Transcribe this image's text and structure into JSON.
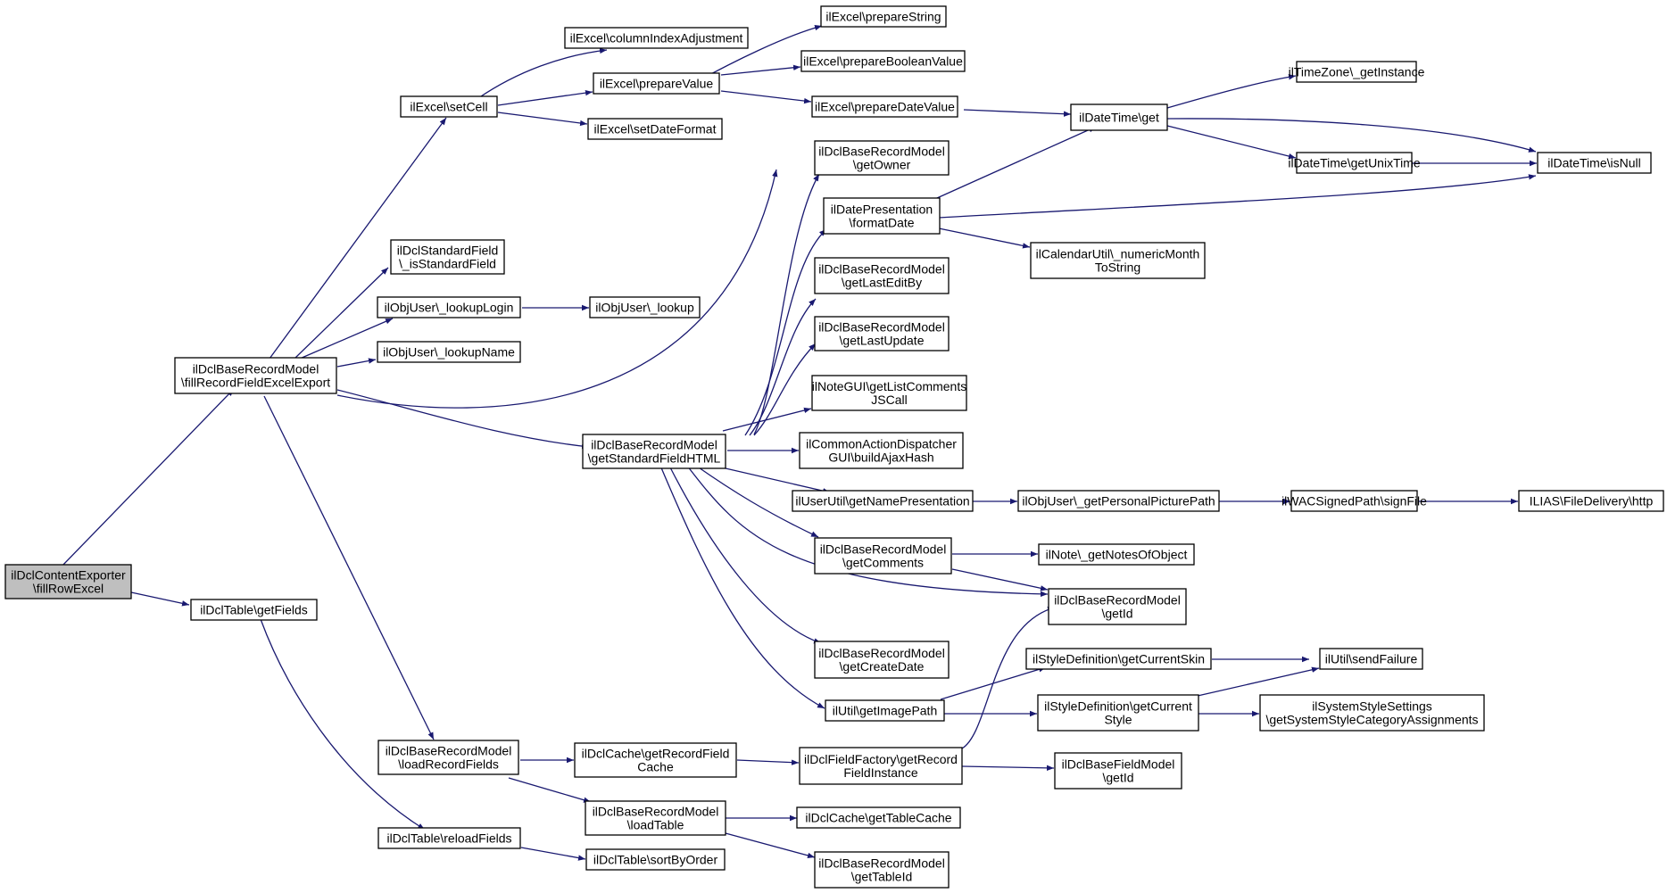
{
  "graph": {
    "edge_color": "#191970",
    "root_fill": "#bfbfbf",
    "nodes": [
      {
        "id": "root",
        "lines": [
          "ilDclContentExporter",
          "\\fillRowExcel"
        ],
        "root": true
      },
      {
        "id": "fillRecord",
        "lines": [
          "ilDclBaseRecordModel",
          "\\fillRecordFieldExcelExport"
        ]
      },
      {
        "id": "getFields",
        "lines": [
          "ilDclTable\\getFields"
        ]
      },
      {
        "id": "setCell",
        "lines": [
          "ilExcel\\setCell"
        ]
      },
      {
        "id": "isStd",
        "lines": [
          "ilDclStandardField",
          "\\_isStandardField"
        ]
      },
      {
        "id": "lookupLogin",
        "lines": [
          "ilObjUser\\_lookupLogin"
        ]
      },
      {
        "id": "lookupName",
        "lines": [
          "ilObjUser\\_lookupName"
        ]
      },
      {
        "id": "loadRecordFields",
        "lines": [
          "ilDclBaseRecordModel",
          "\\loadRecordFields"
        ]
      },
      {
        "id": "reloadFields",
        "lines": [
          "ilDclTable\\reloadFields"
        ]
      },
      {
        "id": "colIdx",
        "lines": [
          "ilExcel\\columnIndexAdjustment"
        ]
      },
      {
        "id": "prepValue",
        "lines": [
          "ilExcel\\prepareValue"
        ]
      },
      {
        "id": "setDateFmt",
        "lines": [
          "ilExcel\\setDateFormat"
        ]
      },
      {
        "id": "lookup",
        "lines": [
          "ilObjUser\\_lookup"
        ]
      },
      {
        "id": "stdHTML",
        "lines": [
          "ilDclBaseRecordModel",
          "\\getStandardFieldHTML"
        ]
      },
      {
        "id": "getRecCache",
        "lines": [
          "ilDclCache\\getRecordField",
          "Cache"
        ]
      },
      {
        "id": "loadTable",
        "lines": [
          "ilDclBaseRecordModel",
          "\\loadTable"
        ]
      },
      {
        "id": "sortByOrder",
        "lines": [
          "ilDclTable\\sortByOrder"
        ]
      },
      {
        "id": "prepString",
        "lines": [
          "ilExcel\\prepareString"
        ]
      },
      {
        "id": "prepBool",
        "lines": [
          "ilExcel\\prepareBooleanValue"
        ]
      },
      {
        "id": "prepDate",
        "lines": [
          "ilExcel\\prepareDateValue"
        ]
      },
      {
        "id": "getOwner",
        "lines": [
          "ilDclBaseRecordModel",
          "\\getOwner"
        ]
      },
      {
        "id": "formatDate",
        "lines": [
          "ilDatePresentation",
          "\\formatDate"
        ]
      },
      {
        "id": "getLastEditBy",
        "lines": [
          "ilDclBaseRecordModel",
          "\\getLastEditBy"
        ]
      },
      {
        "id": "getLastUpdate",
        "lines": [
          "ilDclBaseRecordModel",
          "\\getLastUpdate"
        ]
      },
      {
        "id": "noteGUI",
        "lines": [
          "ilNoteGUI\\getListComments",
          "JSCall"
        ]
      },
      {
        "id": "commonAction",
        "lines": [
          "ilCommonActionDispatcher",
          "GUI\\buildAjaxHash"
        ]
      },
      {
        "id": "namePres",
        "lines": [
          "ilUserUtil\\getNamePresentation"
        ]
      },
      {
        "id": "getComments",
        "lines": [
          "ilDclBaseRecordModel",
          "\\getComments"
        ]
      },
      {
        "id": "getCreateDate",
        "lines": [
          "ilDclBaseRecordModel",
          "\\getCreateDate"
        ]
      },
      {
        "id": "getImagePath",
        "lines": [
          "ilUtil\\getImagePath"
        ]
      },
      {
        "id": "fieldFactory",
        "lines": [
          "ilDclFieldFactory\\getRecord",
          "FieldInstance"
        ]
      },
      {
        "id": "getTableCache",
        "lines": [
          "ilDclCache\\getTableCache"
        ]
      },
      {
        "id": "getTableId",
        "lines": [
          "ilDclBaseRecordModel",
          "\\getTableId"
        ]
      },
      {
        "id": "dtGet",
        "lines": [
          "ilDateTime\\get"
        ]
      },
      {
        "id": "calUtil",
        "lines": [
          "ilCalendarUtil\\_numericMonth",
          "ToString"
        ]
      },
      {
        "id": "personalPic",
        "lines": [
          "ilObjUser\\_getPersonalPicturePath"
        ]
      },
      {
        "id": "notesOfObj",
        "lines": [
          "ilNote\\_getNotesOfObject"
        ]
      },
      {
        "id": "getId",
        "lines": [
          "ilDclBaseRecordModel",
          "\\getId"
        ]
      },
      {
        "id": "curSkin",
        "lines": [
          "ilStyleDefinition\\getCurrentSkin"
        ]
      },
      {
        "id": "curStyle",
        "lines": [
          "ilStyleDefinition\\getCurrent",
          "Style"
        ]
      },
      {
        "id": "fieldGetId",
        "lines": [
          "ilDclBaseFieldModel",
          "\\getId"
        ]
      },
      {
        "id": "tzInst",
        "lines": [
          "ilTimeZone\\_getInstance"
        ]
      },
      {
        "id": "unixTime",
        "lines": [
          "ilDateTime\\getUnixTime"
        ]
      },
      {
        "id": "signFile",
        "lines": [
          "ilWACSignedPath\\signFile"
        ]
      },
      {
        "id": "sendFailure",
        "lines": [
          "ilUtil\\sendFailure"
        ]
      },
      {
        "id": "sysStyle",
        "lines": [
          "ilSystemStyleSettings",
          "\\getSystemStyleCategoryAssignments"
        ]
      },
      {
        "id": "isNull",
        "lines": [
          "ilDateTime\\isNull"
        ]
      },
      {
        "id": "fileDelivery",
        "lines": [
          "ILIAS\\FileDelivery\\http"
        ]
      }
    ]
  }
}
